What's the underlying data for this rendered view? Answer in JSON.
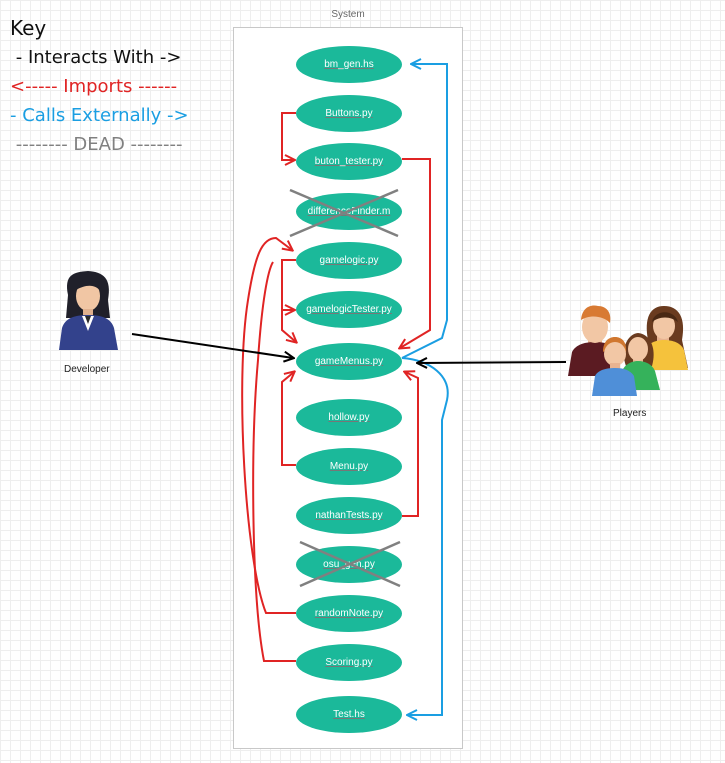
{
  "key": {
    "title": "Key",
    "interacts": " - Interacts With ->",
    "imports": "<----- Imports ------",
    "calls": "- Calls Externally ->",
    "dead": " -------- DEAD --------"
  },
  "system": {
    "label": "System"
  },
  "usecases": [
    {
      "label": "bm_gen.hs",
      "dead": false
    },
    {
      "label": "Buttons.py",
      "dead": false
    },
    {
      "label": "buton_tester.py",
      "dead": false
    },
    {
      "label": "differenceFinder.m",
      "dead": true
    },
    {
      "label": "gamelogic.py",
      "dead": false
    },
    {
      "label": "gamelogicTester.py",
      "dead": false
    },
    {
      "label": "gameMenus.py",
      "dead": false
    },
    {
      "label": "hollow.py",
      "dead": false
    },
    {
      "label": "Menu.py",
      "dead": false
    },
    {
      "label": "nathanTests.py",
      "dead": false
    },
    {
      "label": "osu_gen.py",
      "dead": true
    },
    {
      "label": "randomNote.py",
      "dead": false
    },
    {
      "label": "Scoring.py",
      "dead": false
    },
    {
      "label": "Test.hs",
      "dead": false
    }
  ],
  "actors": {
    "developer": "Developer",
    "players": "Players"
  },
  "colors": {
    "usecase_fill": "#1bb99a",
    "imports": "#e02424",
    "calls_externally": "#1a9ee2",
    "interacts_with": "#000000",
    "dead_cross": "#808080"
  }
}
